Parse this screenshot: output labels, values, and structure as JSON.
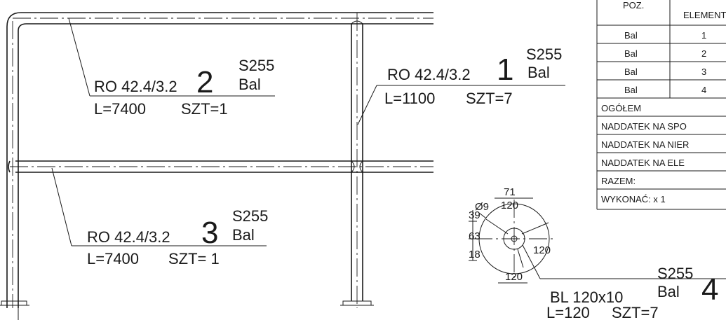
{
  "drawing": {
    "pos2": {
      "profile": "RO 42.4/3.2",
      "number": "2",
      "grade": "S255",
      "finish": "Bal",
      "length": "L=7400",
      "qty": "SZT=1"
    },
    "pos1": {
      "profile": "RO 42.4/3.2",
      "number": "1",
      "grade": "S255",
      "finish": "Bal",
      "length": "L=1100",
      "qty": "SZT=7"
    },
    "pos3": {
      "profile": "RO 42.4/3.2",
      "number": "3",
      "grade": "S255",
      "finish": "Bal",
      "length": "L=7400",
      "qty": "SZT= 1"
    },
    "pos4": {
      "profile": "BL 120x10",
      "number": "4",
      "grade": "S255",
      "finish": "Bal",
      "length": "L=120",
      "qty": "SZT=7"
    },
    "plate_dims": {
      "top_outer": "71",
      "top_inner": "120",
      "hole": "Ø9",
      "angle": "120",
      "bottom": "120",
      "left_a": "39",
      "left_b": "63",
      "left_c": "18"
    }
  },
  "table": {
    "header_pos": "POZ.",
    "header_element": "ELEMENT",
    "rows": [
      {
        "finish": "Bal",
        "element": "1"
      },
      {
        "finish": "Bal",
        "element": "2"
      },
      {
        "finish": "Bal",
        "element": "3"
      },
      {
        "finish": "Bal",
        "element": "4"
      }
    ],
    "total": "OGÓŁEM",
    "add_weld": "NADDATEK NA SPO",
    "add_uneven": "NADDATEK NA NIER",
    "add_elem": "NADDATEK NA ELE",
    "sum": "RAZEM:",
    "execute": "WYKONAĆ: x 1"
  }
}
